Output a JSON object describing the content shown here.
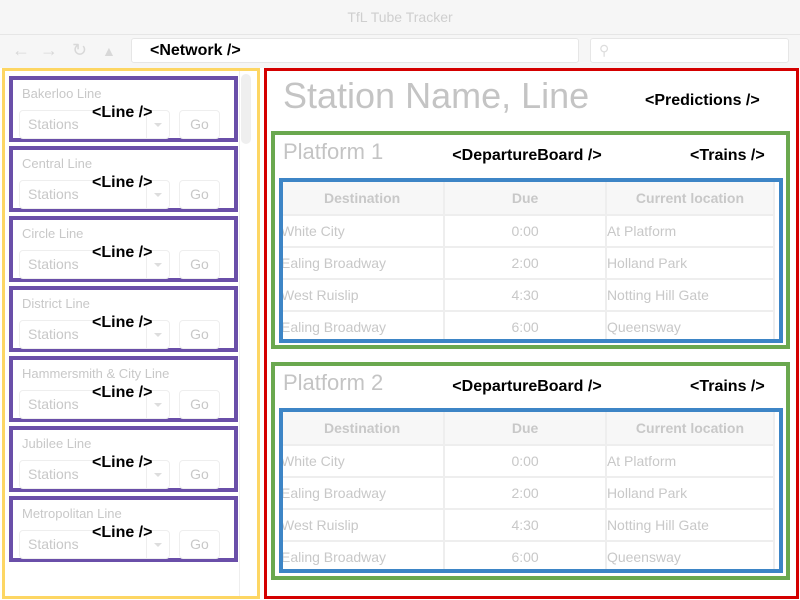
{
  "window": {
    "title": "TfL Tube Tracker"
  },
  "browser": {
    "back_icon": "arrow-left",
    "forward_icon": "arrow-right",
    "reload_icon": "reload",
    "home_icon": "home",
    "search_icon": "magnifier"
  },
  "labels": {
    "network": "<Network />",
    "line": "<Line />",
    "predictions": "<Predictions />",
    "board": "<DepartureBoard />",
    "trains": "<Trains />"
  },
  "colors": {
    "network": "#fdd663",
    "line": "#6a4fa9",
    "predictions": "#d40000",
    "board": "#6aa84f",
    "trains": "#3d85c6"
  },
  "lines": [
    {
      "name": "Bakerloo Line",
      "select": "Stations",
      "go": "Go"
    },
    {
      "name": "Central Line",
      "select": "Stations",
      "go": "Go"
    },
    {
      "name": "Circle Line",
      "select": "Stations",
      "go": "Go"
    },
    {
      "name": "District Line",
      "select": "Stations",
      "go": "Go"
    },
    {
      "name": "Hammersmith & City Line",
      "select": "Stations",
      "go": "Go"
    },
    {
      "name": "Jubilee Line",
      "select": "Stations",
      "go": "Go"
    },
    {
      "name": "Metropolitan Line",
      "select": "Stations",
      "go": "Go"
    }
  ],
  "predictions": {
    "station_name": "Station Name, Line",
    "columns": [
      "Destination",
      "Due",
      "Current location"
    ],
    "platforms": [
      {
        "title": "Platform 1",
        "rows": [
          [
            "White City",
            "0:00",
            "At Platform"
          ],
          [
            "Ealing Broadway",
            "2:00",
            "Holland Park"
          ],
          [
            "West Ruislip",
            "4:30",
            "Notting Hill Gate"
          ],
          [
            "Ealing Broadway",
            "6:00",
            "Queensway"
          ]
        ]
      },
      {
        "title": "Platform 2",
        "rows": [
          [
            "White City",
            "0:00",
            "At Platform"
          ],
          [
            "Ealing Broadway",
            "2:00",
            "Holland Park"
          ],
          [
            "West Ruislip",
            "4:30",
            "Notting Hill Gate"
          ],
          [
            "Ealing Broadway",
            "6:00",
            "Queensway"
          ]
        ]
      }
    ]
  }
}
